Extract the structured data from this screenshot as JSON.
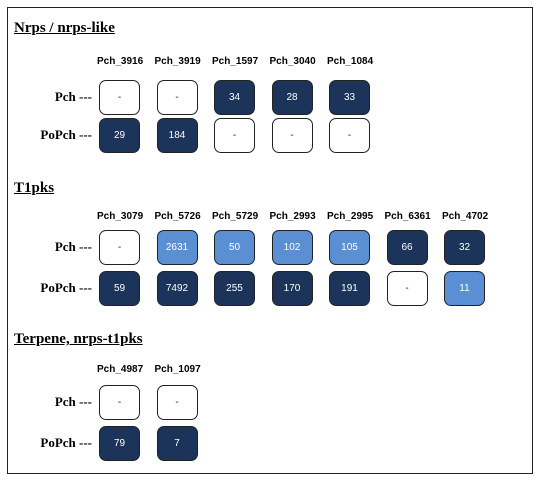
{
  "sections": [
    {
      "title": "Nrps / nrps-like",
      "columns": [
        "Pch_3916",
        "Pch_3919",
        "Pch_1597",
        "Pch_3040",
        "Pch_1084"
      ],
      "rows": [
        {
          "label": "Pch ---",
          "cells": [
            {
              "text": "-",
              "tone": "empty"
            },
            {
              "text": "-",
              "tone": "empty"
            },
            {
              "text": "34",
              "tone": "dark"
            },
            {
              "text": "28",
              "tone": "dark"
            },
            {
              "text": "33",
              "tone": "dark"
            }
          ]
        },
        {
          "label": "PoPch ---",
          "cells": [
            {
              "text": "29",
              "tone": "dark"
            },
            {
              "text": "184",
              "tone": "dark"
            },
            {
              "text": "-",
              "tone": "empty"
            },
            {
              "text": "-",
              "tone": "empty"
            },
            {
              "text": "-",
              "tone": "empty"
            }
          ]
        }
      ]
    },
    {
      "title": "T1pks",
      "columns": [
        "Pch_3079",
        "Pch_5726",
        "Pch_5729",
        "Pch_2993",
        "Pch_2995",
        "Pch_6361",
        "Pch_4702"
      ],
      "rows": [
        {
          "label": "Pch ---",
          "cells": [
            {
              "text": "-",
              "tone": "empty"
            },
            {
              "text": "2631",
              "tone": "light"
            },
            {
              "text": "50",
              "tone": "light"
            },
            {
              "text": "102",
              "tone": "light"
            },
            {
              "text": "105",
              "tone": "light"
            },
            {
              "text": "66",
              "tone": "dark"
            },
            {
              "text": "32",
              "tone": "dark"
            }
          ]
        },
        {
          "label": "PoPch ---",
          "cells": [
            {
              "text": "59",
              "tone": "dark"
            },
            {
              "text": "7492",
              "tone": "dark"
            },
            {
              "text": "255",
              "tone": "dark"
            },
            {
              "text": "170",
              "tone": "dark"
            },
            {
              "text": "191",
              "tone": "dark"
            },
            {
              "text": "-",
              "tone": "empty"
            },
            {
              "text": "11",
              "tone": "light"
            }
          ]
        }
      ]
    },
    {
      "title": "Terpene, nrps-t1pks",
      "columns": [
        "Pch_4987",
        "Pch_1097"
      ],
      "rows": [
        {
          "label": "Pch ---",
          "cells": [
            {
              "text": "-",
              "tone": "empty"
            },
            {
              "text": "-",
              "tone": "empty"
            }
          ]
        },
        {
          "label": "PoPch ---",
          "cells": [
            {
              "text": "79",
              "tone": "dark"
            },
            {
              "text": "7",
              "tone": "dark"
            }
          ]
        }
      ]
    }
  ],
  "colors": {
    "dark": "#1c345a",
    "light": "#5b8fd4",
    "empty": "#ffffff",
    "border": "#222222"
  }
}
